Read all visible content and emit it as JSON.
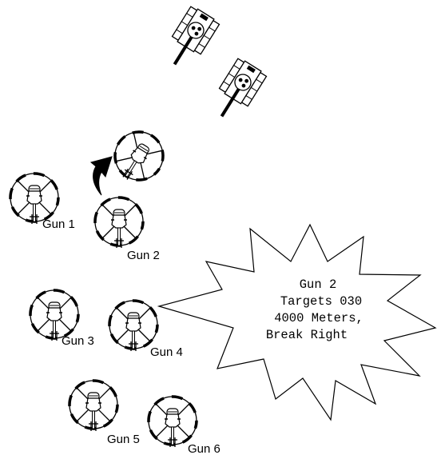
{
  "guns": [
    {
      "label": "Gun 1"
    },
    {
      "label": "Gun 2"
    },
    {
      "label": "Gun 3"
    },
    {
      "label": "Gun 4"
    },
    {
      "label": "Gun 5"
    },
    {
      "label": "Gun 6"
    }
  ],
  "callout": {
    "lines": [
      "Gun 2",
      "Targets 030",
      "4000 Meters,",
      "Break Right"
    ]
  },
  "tanks": [
    {
      "icon": "tank-icon"
    },
    {
      "icon": "tank-icon"
    }
  ],
  "maneuver": {
    "icon": "curved-arrow-icon",
    "turned_copy_of": "Gun 2"
  }
}
